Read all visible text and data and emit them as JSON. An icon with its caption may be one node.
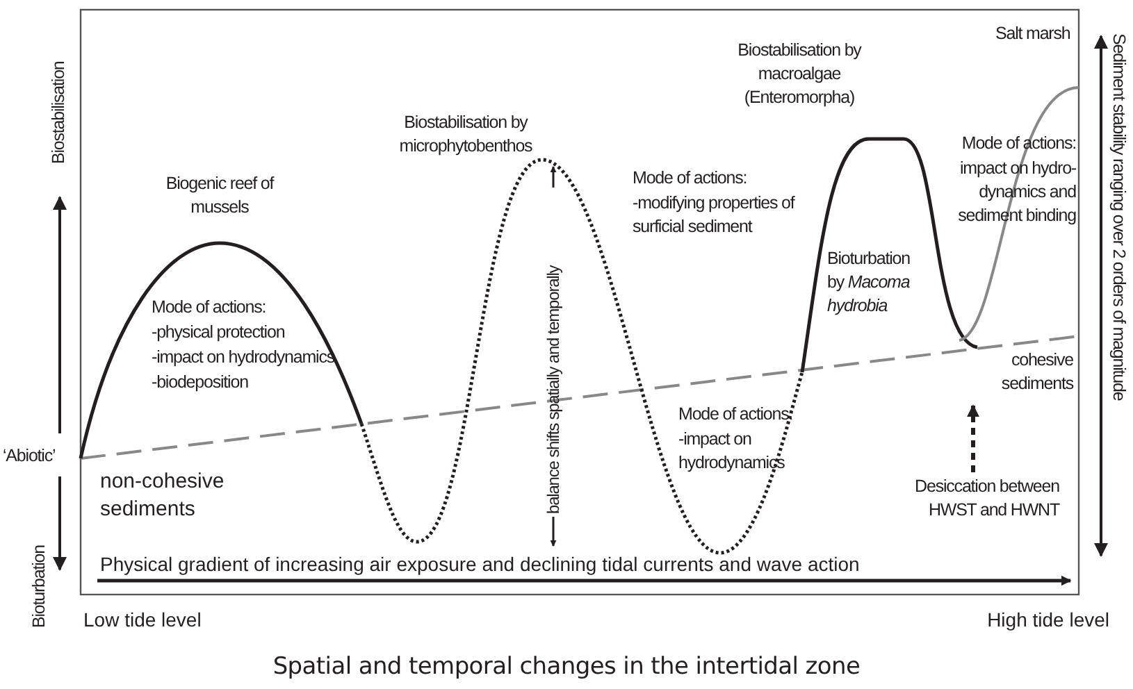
{
  "diagram": {
    "caption": "Spatial and temporal changes in the intertidal zone",
    "labels": [
      "Biostabilisation",
      "Biostabilisation by macroalgae (Enteromorpha)",
      "Salt marsh",
      "Biostabilisation by microphytobenthos",
      "Biogenic reef of mussels",
      "Mode of actions:",
      "-modifying properties of surficial sediment",
      "Mode of actions:",
      "impact on hydro- dynamics and sediment binding",
      "Bioturbation by *Macoma hydrobia*",
      "Mode of actions:",
      "-physical protection",
      "-impact on hydrodynamics",
      "-biodeposition",
      "balance shifts spatially and temporally",
      "Sediment stability ranging over 2 orders of magnitude",
      "cohesive sediments",
      "‘Abiotic’",
      "non-cohesive sediments",
      "Mode of actions:",
      "-impact on hydrodynamics",
      "Desiccation between HWST and HWNT",
      "Bioturbation",
      "Physical gradient of increasing air exposure and declining tidal currents and wave action",
      "Low tide level",
      "High tide level"
    ]
  }
}
